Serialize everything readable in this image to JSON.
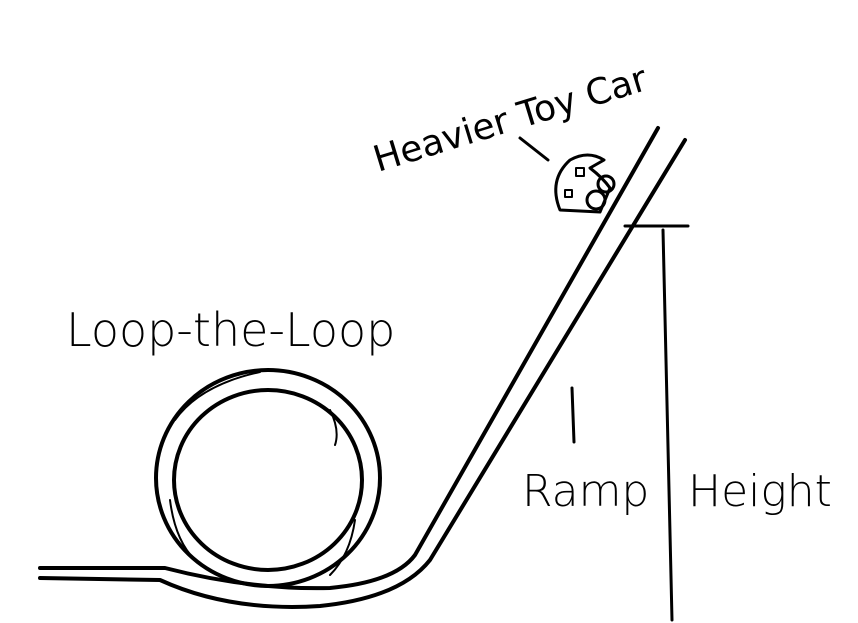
{
  "labels": {
    "car": "Heavier Toy Car",
    "loop": "Loop-the-Loop",
    "ramp": "Ramp",
    "height": "Height"
  },
  "colors": {
    "ink": "#000000",
    "paper": "#ffffff"
  }
}
